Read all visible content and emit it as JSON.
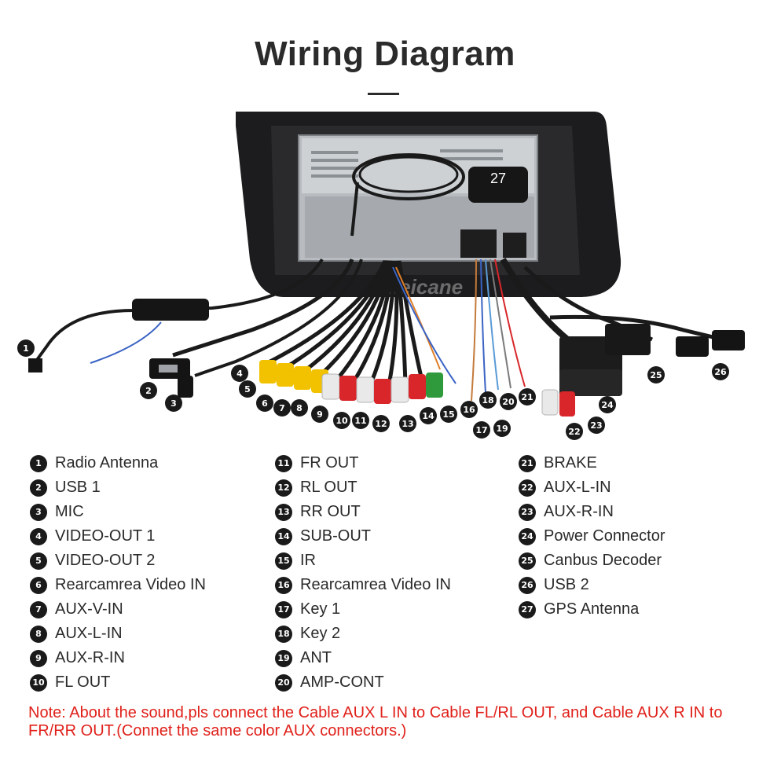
{
  "title": "Wiring Diagram",
  "watermark": "Seicane",
  "callouts": [
    "1",
    "2",
    "3",
    "4",
    "5",
    "6",
    "7",
    "8",
    "9",
    "10",
    "11",
    "12",
    "13",
    "14",
    "15",
    "16",
    "17",
    "18",
    "19",
    "20",
    "21",
    "22",
    "23",
    "24",
    "25",
    "26"
  ],
  "gps_label": "27",
  "legend": {
    "col1": [
      {
        "num": "1",
        "label": "Radio Antenna"
      },
      {
        "num": "2",
        "label": "USB 1"
      },
      {
        "num": "3",
        "label": "MIC"
      },
      {
        "num": "4",
        "label": "VIDEO-OUT 1"
      },
      {
        "num": "5",
        "label": "VIDEO-OUT 2"
      },
      {
        "num": "6",
        "label": "Rearcamrea Video IN"
      },
      {
        "num": "7",
        "label": "AUX-V-IN"
      },
      {
        "num": "8",
        "label": "AUX-L-IN"
      },
      {
        "num": "9",
        "label": "AUX-R-IN"
      },
      {
        "num": "10",
        "label": "FL OUT"
      }
    ],
    "col2": [
      {
        "num": "11",
        "label": "FR OUT"
      },
      {
        "num": "12",
        "label": "RL OUT"
      },
      {
        "num": "13",
        "label": "RR OUT"
      },
      {
        "num": "14",
        "label": "SUB-OUT"
      },
      {
        "num": "15",
        "label": "IR"
      },
      {
        "num": "16",
        "label": "Rearcamrea Video IN"
      },
      {
        "num": "17",
        "label": "Key 1"
      },
      {
        "num": "18",
        "label": "Key 2"
      },
      {
        "num": "19",
        "label": "ANT"
      },
      {
        "num": "20",
        "label": "AMP-CONT"
      }
    ],
    "col3": [
      {
        "num": "21",
        "label": "BRAKE"
      },
      {
        "num": "22",
        "label": "AUX-L-IN"
      },
      {
        "num": "23",
        "label": "AUX-R-IN"
      },
      {
        "num": "24",
        "label": "Power Connector"
      },
      {
        "num": "25",
        "label": "Canbus Decoder"
      },
      {
        "num": "26",
        "label": "USB 2"
      },
      {
        "num": "27",
        "label": "GPS Antenna"
      }
    ]
  },
  "note": "Note: About the sound,pls connect the Cable AUX L IN to Cable FL/RL OUT, and Cable AUX R IN to FR/RR OUT.(Connet the same color AUX connectors.)",
  "colors": {
    "note": "#e0201a",
    "badge": "#1a1a1a",
    "frame": "#1c1c1e",
    "rca_yellow": "#f2c200",
    "rca_red": "#d8262a",
    "rca_white": "#e9e9e9",
    "rca_green": "#2f9a3c"
  }
}
